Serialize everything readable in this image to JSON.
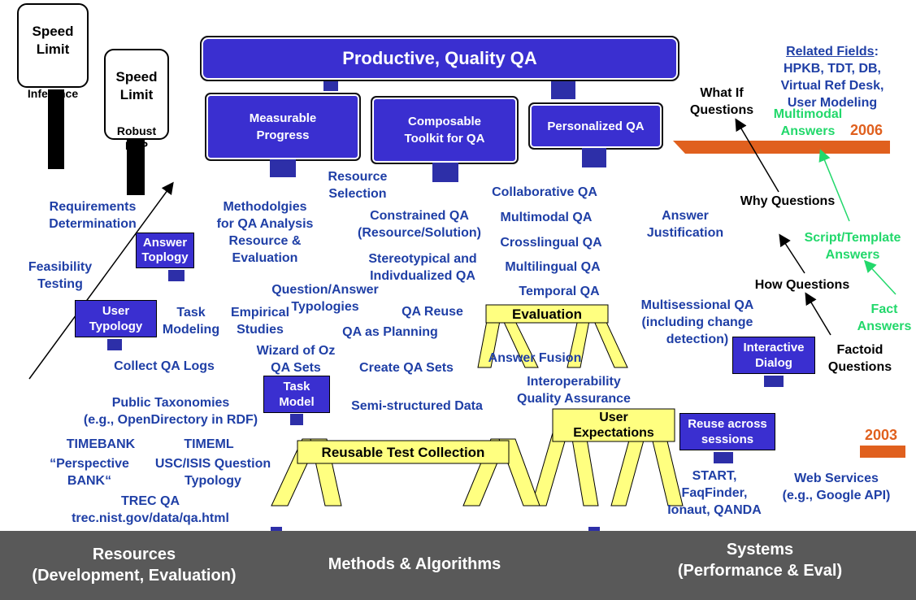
{
  "title": "Productive, Quality QA",
  "related_fields": {
    "heading": "Related Fields",
    "items": "HPKB, TDT, DB,\nVirtual Ref Desk,\nUser Modeling"
  },
  "goals": {
    "measurable": "Measurable\nProgress",
    "composable": "Composable\nToolkit  for QA",
    "personalized": "Personalized QA"
  },
  "signs": {
    "inference": {
      "head": "Speed\nLimit",
      "sub": "Inference"
    },
    "robust": {
      "head": "Speed\nLimit",
      "sub": "Robust\nNLP"
    }
  },
  "boxes": {
    "answer_typology": "Answer\nToplogy",
    "user_typology": "User\nTypology",
    "task_model": "Task\nModel",
    "interactive_dialog": "Interactive\nDialog",
    "reuse_sessions": "Reuse across\nsessions"
  },
  "hurdles": {
    "evaluation": "Evaluation",
    "user_expectations": "User\nExpectations",
    "reusable_test": "Reusable Test Collection"
  },
  "labels": {
    "requirements": "Requirements\nDetermination",
    "feasibility": "Feasibility\nTesting",
    "methodologies": "Methodolgies\nfor QA Analysis\nResource &\nEvaluation",
    "resource_selection": "Resource\nSelection",
    "constrained": "Constrained QA\n(Resource/Solution)",
    "stereotypical": "Stereotypical and\nIndivdualized QA",
    "question_answer": "Question/Answer\nTypologies",
    "task_modeling": "Task\nModeling",
    "empirical": "Empirical\nStudies",
    "qa_reuse": "QA Reuse",
    "qa_planning": "QA as Planning",
    "wizard": "Wizard of Oz\nQA Sets",
    "create_qa": "Create QA Sets",
    "collect_logs": "Collect QA Logs",
    "collaborative": "Collaborative QA",
    "multimodal_qa": "Multimodal QA",
    "crosslingual": "Crosslingual QA",
    "multilingual": "Multilingual QA",
    "temporal": "Temporal QA",
    "answer_justification": "Answer\nJustification",
    "multisessional": "Multisessional QA\n(including change\ndetection)",
    "answer_fusion": "Answer Fusion",
    "interop": "Interoperability\nQuality Assurance",
    "semi": "Semi-structured Data",
    "public_tax": "Public Taxonomies\n(e.g., OpenDirectory in RDF)",
    "timebank": "TIMEBANK",
    "timeml": "TIMEML",
    "perspective": "“Perspective\nBANK“",
    "usc": "USC/ISIS Question\nTypology",
    "trec": "TREC QA\ntrec.nist.gov/data/qa.html",
    "start": "START,\nFaqFinder,\nIonaut, QANDA",
    "web_services": "Web Services\n(e.g., Google API)"
  },
  "road": {
    "what_if": "What If\nQuestions",
    "multimodal_answers": "Multimodal\nAnswers",
    "year_2006": "2006",
    "why": "Why Questions",
    "script_template": "Script/Template\nAnswers",
    "how": "How Questions",
    "fact_answers": "Fact\nAnswers",
    "factoid": "Factoid\nQuestions",
    "year_2003": "2003"
  },
  "bottom": {
    "resources": "Resources\n(Development, Evaluation)",
    "methods": "Methods & Algorithms",
    "systems": "Systems\n(Performance & Eval)"
  },
  "colors": {
    "blue_text": "#1f3fa6",
    "box": "#3a2fd0",
    "hurdle": "#ffff80",
    "green": "#22d86b",
    "orange": "#e0601e",
    "bar": "#595959"
  }
}
